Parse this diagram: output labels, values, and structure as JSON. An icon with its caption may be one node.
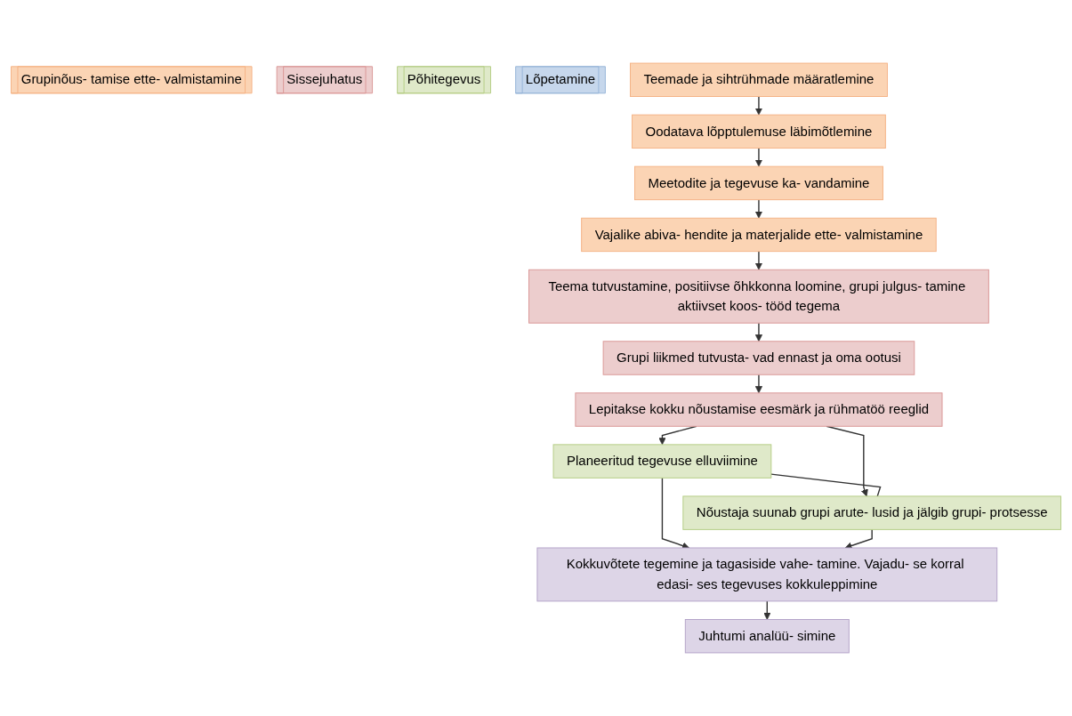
{
  "diagram": {
    "nodes": [
      {
        "text": [
          "Grupinõus- tamise ette- valmistamine"
        ]
      },
      {
        "text": [
          "Sissejuhatus"
        ]
      },
      {
        "text": [
          "Põhitegevus"
        ]
      },
      {
        "text": [
          "Lõpetamine"
        ]
      },
      {
        "text": [
          "Teemade ja sihtrühmade määratlemine"
        ]
      },
      {
        "text": [
          "Oodatava lõpptulemuse läbimõtlemine"
        ]
      },
      {
        "text": [
          "Meetodite ja tegevuse ka- vandamine"
        ]
      },
      {
        "text": [
          "Vajalike abiva- hendite ja materjalide ette- valmistamine"
        ]
      },
      {
        "text": [
          "Teema tutvustamine, positiivse õhkkonna loomine, grupi julgus- tamine aktiivset koos- tööd tegema"
        ]
      },
      {
        "text": [
          "Grupi liikmed tutvusta- vad ennast ja oma ootusi"
        ]
      },
      {
        "text": [
          "Lepitakse kokku nõustamise eesmärk ja rühmatöö reeglid"
        ]
      },
      {
        "text": [
          "Planeeritud tegevuse elluviimine"
        ]
      },
      {
        "text": [
          "Nõustaja suunab grupi arute- lusid ja jälgib grupi- protsesse"
        ]
      },
      {
        "text": [
          "Kokkuvõtete tegemine ja tagasiside vahe- tamine. Vajadu- se korral edasi- ses tegevuses kokkuleppimine"
        ]
      },
      {
        "text": [
          "Juhtumi analüü- simine"
        ]
      }
    ],
    "edges": [
      {
        "from": 4,
        "to": 5,
        "arrow": "to"
      },
      {
        "from": 5,
        "to": 6,
        "arrow": "to"
      },
      {
        "from": 6,
        "to": 7,
        "arrow": "to"
      },
      {
        "from": 7,
        "to": 8,
        "arrow": "to"
      },
      {
        "from": 8,
        "to": 9,
        "arrow": "to"
      },
      {
        "from": 9,
        "to": 10,
        "arrow": "to"
      },
      {
        "from": 10,
        "to": 11,
        "arrow": "to"
      },
      {
        "from": 10,
        "to": 12,
        "arrow": "to"
      },
      {
        "from": 11,
        "to": 12,
        "arrow": "none"
      },
      {
        "from": 11,
        "to": 13,
        "arrow": "to"
      },
      {
        "from": 12,
        "to": 13,
        "arrow": "to"
      },
      {
        "from": 13,
        "to": 14,
        "arrow": "to"
      }
    ]
  }
}
